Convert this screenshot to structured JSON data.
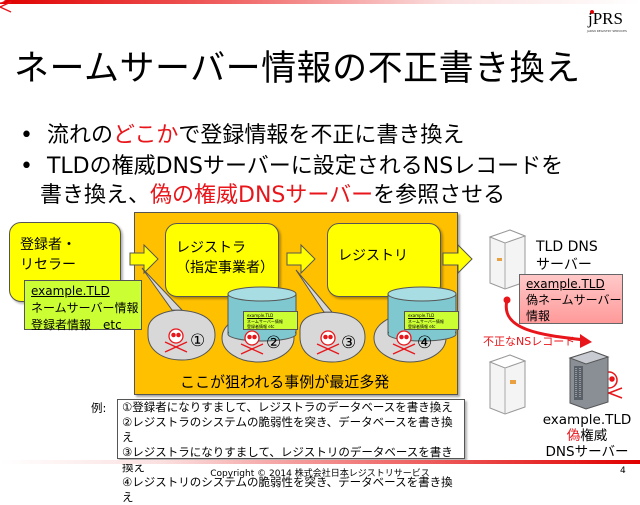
{
  "header": {
    "logo_text": "jPRS",
    "logo_subtext": "JAPAN REGISTRY SERVICES",
    "title": "ネームサーバー情報の不正書き換え"
  },
  "bullets": [
    {
      "parts": [
        "流れの",
        "どこか",
        "で登録情報を不正に書き換え"
      ]
    },
    {
      "line1": "TLDの権威DNSサーバーに設定されるNSレコードを",
      "line2_parts": [
        "書き換え、",
        "偽の権威DNSサーバー",
        "を参照させる"
      ]
    }
  ],
  "diagram": {
    "registrant_box": {
      "line1": "登録者・",
      "line2": "リセラー"
    },
    "registrant_note": {
      "domain": "example.TLD",
      "line1": "ネームサーバー情報",
      "line2": "登録者情報　etc"
    },
    "registrar_box": {
      "line1": "レジストラ",
      "line2": "（指定事業者）"
    },
    "registry_box": {
      "line1": "レジストリ"
    },
    "db_note": {
      "domain": "example.TLD",
      "line1": "ネームサーバー情報",
      "line2": "登録者情報 etc"
    },
    "attack_points": [
      "①",
      "②",
      "③",
      "④"
    ],
    "orange_caption": "ここが狙われる事例が最近多発",
    "tld_server": {
      "line1": "TLD DNS",
      "line2": "サーバー"
    },
    "fake_note": {
      "domain": "example.TLD",
      "line1": "偽ネームサーバー",
      "line2": "情報"
    },
    "bad_ns_label": "不正なNSレコード",
    "fake_server": {
      "line1": "example.TLD",
      "line2_red": "偽",
      "line2_rest": "権威",
      "line3": "DNSサーバー"
    }
  },
  "examples": {
    "label": "例:",
    "items": [
      "①登録者になりすまして、レジストラのデータベースを書き換え",
      "②レジストラのシステムの脆弱性を突き、データベースを書き換え",
      "③レジストラになりすまして、レジストリのデータベースを書き換え",
      "④レジストリのシステムの脆弱性を突き、データベースを書き換え"
    ]
  },
  "footer": {
    "copyright": "Copyright © 2014 株式会社日本レジストリサービス",
    "page_number": "4"
  },
  "colors": {
    "accent_red": "#e8161b",
    "orange_area": "#ffc000",
    "yellow_box": "#ffff00",
    "green_note": "#ccff33",
    "db_cyan": "#7fc8d0"
  }
}
